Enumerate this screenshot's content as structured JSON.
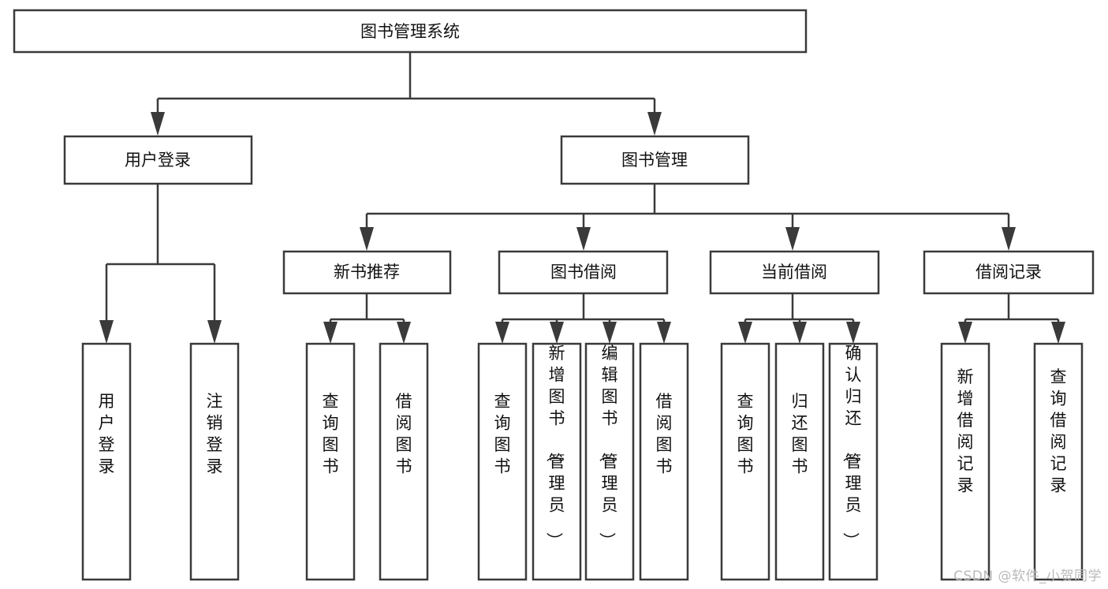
{
  "diagram": {
    "title": "图书管理系统",
    "type": "tree-hierarchy",
    "watermark": "CSDN @软件_小贺同学",
    "colors": {
      "stroke": "#3a3a3a",
      "fill": "#ffffff",
      "text": "#111111",
      "watermark": "#b9b9b9"
    },
    "root": {
      "label": "图书管理系统"
    },
    "level2": [
      {
        "label": "用户登录"
      },
      {
        "label": "图书管理"
      }
    ],
    "level3": [
      {
        "label": "新书推荐"
      },
      {
        "label": "图书借阅"
      },
      {
        "label": "当前借阅"
      },
      {
        "label": "借阅记录"
      }
    ],
    "leaves": {
      "user_login": [
        {
          "label": "用户登录"
        },
        {
          "label": "注销登录"
        }
      ],
      "new_book_recommend": [
        {
          "label": "查询图书"
        },
        {
          "label": "借阅图书"
        }
      ],
      "book_borrow": [
        {
          "label": "查询图书"
        },
        {
          "label": "新增图书（管理员）"
        },
        {
          "label": "编辑图书（管理员）"
        },
        {
          "label": "借阅图书"
        }
      ],
      "current_borrow": [
        {
          "label": "查询图书"
        },
        {
          "label": "归还图书"
        },
        {
          "label": "确认归还（管理员）"
        }
      ],
      "borrow_record": [
        {
          "label": "新增借阅记录"
        },
        {
          "label": "查询借阅记录"
        }
      ]
    }
  }
}
